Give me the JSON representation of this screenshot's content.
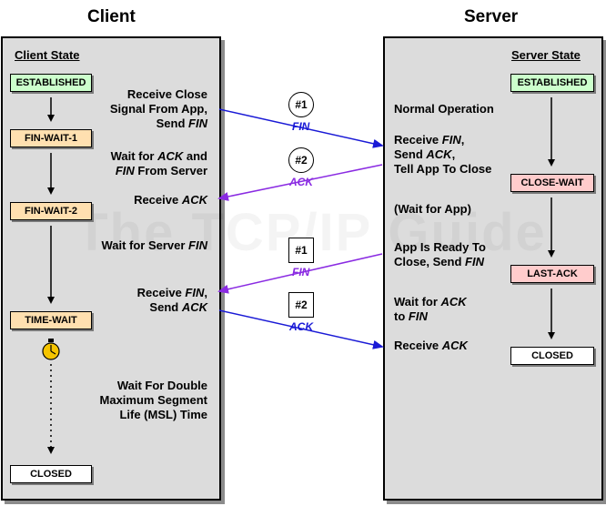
{
  "header": {
    "client_title": "Client",
    "server_title": "Server"
  },
  "watermark": "The TCP/IP Guide",
  "client": {
    "state_title": "Client State",
    "states": [
      "ESTABLISHED",
      "FIN-WAIT-1",
      "FIN-WAIT-2",
      "TIME-WAIT",
      "CLOSED"
    ],
    "notes": [
      "Receive Close\nSignal From App,\nSend FIN",
      "Wait for ACK and\nFIN From Server",
      "Receive ACK",
      "Wait for Server FIN",
      "Receive FIN,\nSend ACK",
      "Wait For Double\nMaximum Segment\nLife (MSL) Time"
    ]
  },
  "server": {
    "state_title": "Server State",
    "states": [
      "ESTABLISHED",
      "CLOSE-WAIT",
      "LAST-ACK",
      "CLOSED"
    ],
    "notes": [
      "Normal Operation",
      "Receive FIN,\nSend ACK,\nTell App To Close",
      "(Wait for App)",
      "App Is Ready To\nClose, Send FIN",
      "Wait for ACK\nto FIN",
      "Receive ACK"
    ]
  },
  "messages": [
    {
      "num": "#1",
      "label": "FIN",
      "direction": "client-to-server",
      "shape": "circle",
      "color": "#1a1ad6"
    },
    {
      "num": "#2",
      "label": "ACK",
      "direction": "server-to-client",
      "shape": "circle",
      "color": "#8a2be2"
    },
    {
      "num": "#1",
      "label": "FIN",
      "direction": "server-to-client",
      "shape": "square",
      "color": "#8a2be2"
    },
    {
      "num": "#2",
      "label": "ACK",
      "direction": "client-to-server",
      "shape": "square",
      "color": "#1a1ad6"
    }
  ],
  "colors": {
    "established": "#ccffcc",
    "client_wait": "#ffe0b0",
    "server_wait": "#ffcccc",
    "closed": "#ffffff",
    "client_msg": "#1a1ad6",
    "server_msg": "#8a2be2",
    "timer": "#f5c400"
  }
}
